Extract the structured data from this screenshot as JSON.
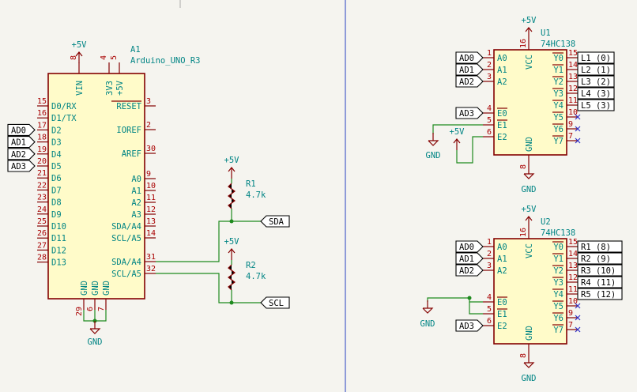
{
  "colors": {
    "background": "#f5f4ef",
    "symbol_body": "#fffbc9",
    "symbol_outline": "#840000",
    "pin_number": "#a90000",
    "text": "#008484",
    "wire": "#1e8a1e",
    "nc_marker": "#3030c8",
    "sheet_border": "#4a5ec8"
  },
  "arduino": {
    "ref": "A1",
    "value": "Arduino_UNO_R3",
    "top_pins": [
      {
        "num": "8",
        "name": "VIN"
      },
      {
        "num": "4",
        "name": "3V3"
      },
      {
        "num": "5",
        "name": "+5V"
      }
    ],
    "left_pins": [
      {
        "num": "15",
        "name": "D0/RX"
      },
      {
        "num": "16",
        "name": "D1/TX"
      },
      {
        "num": "17",
        "name": "D2"
      },
      {
        "num": "18",
        "name": "D3"
      },
      {
        "num": "19",
        "name": "D4"
      },
      {
        "num": "20",
        "name": "D5"
      },
      {
        "num": "21",
        "name": "D6"
      },
      {
        "num": "22",
        "name": "D7"
      },
      {
        "num": "23",
        "name": "D8"
      },
      {
        "num": "24",
        "name": "D9"
      },
      {
        "num": "25",
        "name": "D10"
      },
      {
        "num": "26",
        "name": "D11"
      },
      {
        "num": "27",
        "name": "D12"
      },
      {
        "num": "28",
        "name": "D13"
      }
    ],
    "right_pins": [
      {
        "num": "3",
        "name": "RESET"
      },
      {
        "num": "2",
        "name": "IOREF"
      },
      {
        "num": "30",
        "name": "AREF"
      },
      {
        "num": "9",
        "name": "A0"
      },
      {
        "num": "10",
        "name": "A1"
      },
      {
        "num": "11",
        "name": "A2"
      },
      {
        "num": "12",
        "name": "A3"
      },
      {
        "num": "13",
        "name": "SDA/A4"
      },
      {
        "num": "14",
        "name": "SCL/A5"
      },
      {
        "num": "31",
        "name": "SDA/A4"
      },
      {
        "num": "32",
        "name": "SCL/A5"
      }
    ],
    "bottom_pins": [
      {
        "num": "29",
        "name": "GND"
      },
      {
        "num": "6",
        "name": "GND"
      },
      {
        "num": "7",
        "name": "GND"
      }
    ],
    "net_labels": [
      "AD0",
      "AD1",
      "AD2",
      "AD3"
    ]
  },
  "power": {
    "vcc": "+5V",
    "gnd": "GND"
  },
  "resistors": [
    {
      "ref": "R1",
      "value": "4.7k",
      "net": "SDA"
    },
    {
      "ref": "R2",
      "value": "4.7k",
      "net": "SCL"
    }
  ],
  "decoders": [
    {
      "ref": "U1",
      "value": "74HC138",
      "left_pins": [
        {
          "num": "1",
          "name": "A0",
          "net": "AD0"
        },
        {
          "num": "2",
          "name": "A1",
          "net": "AD1"
        },
        {
          "num": "3",
          "name": "A2",
          "net": "AD2"
        },
        {
          "num": "4",
          "name": "E0",
          "net": "AD3"
        },
        {
          "num": "5",
          "name": "E1"
        },
        {
          "num": "6",
          "name": "E2"
        }
      ],
      "vcc_pin": {
        "num": "16",
        "name": "VCC"
      },
      "gnd_pin": {
        "num": "8",
        "name": "GND"
      },
      "outputs": [
        {
          "num": "15",
          "name": "Y0",
          "net": "L1 (0)"
        },
        {
          "num": "14",
          "name": "Y1",
          "net": "L2 (1)"
        },
        {
          "num": "13",
          "name": "Y2",
          "net": "L3 (2)"
        },
        {
          "num": "12",
          "name": "Y3",
          "net": "L4 (3)"
        },
        {
          "num": "11",
          "name": "Y4",
          "net": "L5 (3)"
        },
        {
          "num": "10",
          "name": "Y5"
        },
        {
          "num": "9",
          "name": "Y6"
        },
        {
          "num": "7",
          "name": "Y7"
        }
      ]
    },
    {
      "ref": "U2",
      "value": "74HC138",
      "left_pins": [
        {
          "num": "1",
          "name": "A0",
          "net": "AD0"
        },
        {
          "num": "2",
          "name": "A1",
          "net": "AD1"
        },
        {
          "num": "3",
          "name": "A2",
          "net": "AD2"
        },
        {
          "num": "4",
          "name": "E0"
        },
        {
          "num": "5",
          "name": "E1"
        },
        {
          "num": "6",
          "name": "E2",
          "net": "AD3"
        }
      ],
      "vcc_pin": {
        "num": "16",
        "name": "VCC"
      },
      "gnd_pin": {
        "num": "8",
        "name": "GND"
      },
      "outputs": [
        {
          "num": "15",
          "name": "Y0",
          "net": "R1 (8)"
        },
        {
          "num": "14",
          "name": "Y1",
          "net": "R2 (9)"
        },
        {
          "num": "13",
          "name": "Y2",
          "net": "R3 (10)"
        },
        {
          "num": "12",
          "name": "Y3",
          "net": "R4 (11)"
        },
        {
          "num": "11",
          "name": "Y4",
          "net": "R5 (12)"
        },
        {
          "num": "10",
          "name": "Y5"
        },
        {
          "num": "9",
          "name": "Y6"
        },
        {
          "num": "7",
          "name": "Y7"
        }
      ]
    }
  ]
}
